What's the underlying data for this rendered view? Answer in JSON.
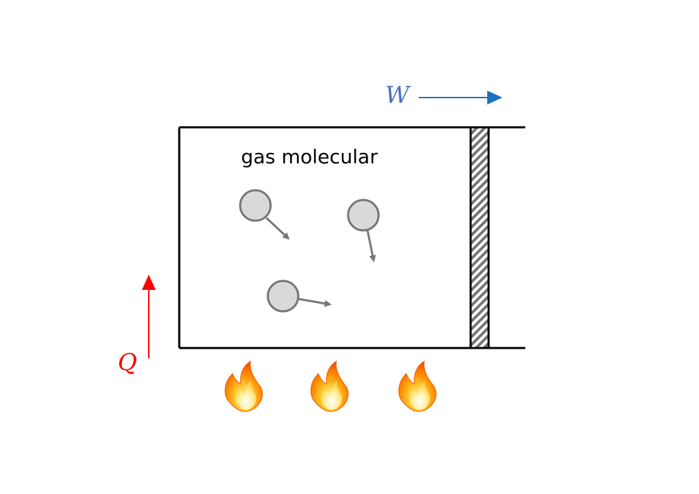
{
  "diagram": {
    "gas_label": "gas molecular",
    "work_label": "W",
    "heat_label": "Q",
    "colors": {
      "work": "#1f6fc0",
      "work_text": "#4472c4",
      "heat": "#ff0000",
      "molecule_fill": "#d9d9d9",
      "molecule_stroke": "#767676",
      "velocity_arrow": "#767676",
      "container": "#000000"
    },
    "molecule_count": 3,
    "flame_count": 3
  }
}
